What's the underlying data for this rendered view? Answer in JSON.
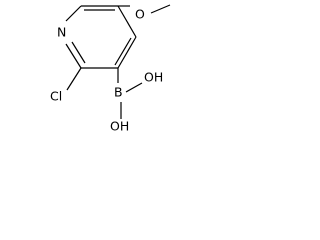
{
  "molecule": {
    "atoms": {
      "N": "N",
      "O": "O",
      "Cl": "Cl",
      "B": "B",
      "OH_top": "OH",
      "OH_bottom": "OH"
    }
  }
}
